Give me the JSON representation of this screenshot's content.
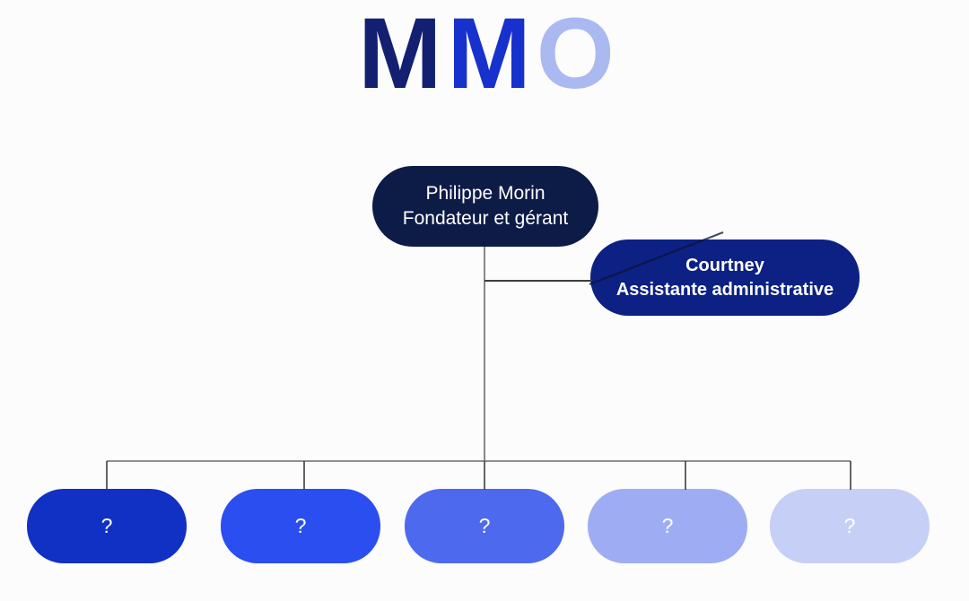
{
  "logo": {
    "text": "MMO",
    "letters": [
      {
        "char": "M",
        "color": "#132071"
      },
      {
        "char": "M",
        "color": "#1731cd"
      },
      {
        "char": "O",
        "color": "#aab9f0"
      }
    ]
  },
  "org_chart": {
    "root": {
      "name": "Philippe Morin",
      "title": "Fondateur et gérant",
      "bg": "#0d1b47"
    },
    "assistant": {
      "name": "Courtney",
      "title": "Assistante administrative",
      "bg": "#0c2183"
    },
    "children": [
      {
        "label": "?",
        "bg": "#1130c4"
      },
      {
        "label": "?",
        "bg": "#2b4ef0"
      },
      {
        "label": "?",
        "bg": "#4d69ee"
      },
      {
        "label": "?",
        "bg": "#9eadf3"
      },
      {
        "label": "?",
        "bg": "#c6cff6"
      }
    ]
  },
  "colors": {
    "background": "#fcfcfc",
    "connector": "#6b6b6b",
    "connector_dark": "#3d3d3d",
    "diagonal_artifact": "#0a1434",
    "node_text": "#ffffff"
  }
}
